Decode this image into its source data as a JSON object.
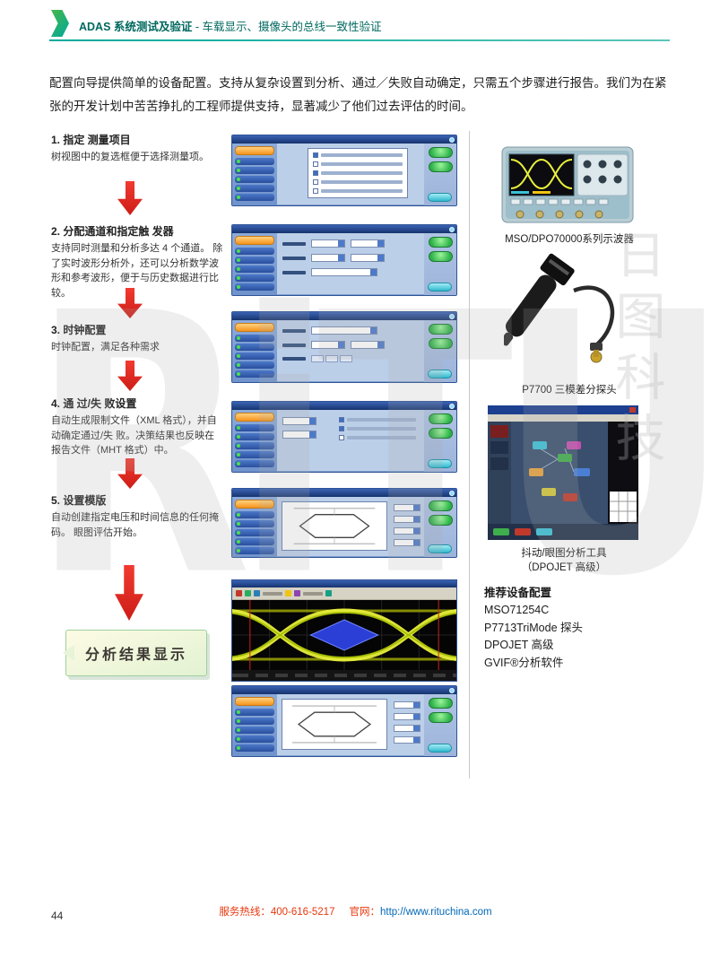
{
  "header": {
    "title_bold": "ADAS 系统测试及验证",
    "title_rest": " - 车载显示、摄像头的总线一致性验证"
  },
  "intro": "配置向导提供简单的设备配置。支持从复杂设置到分析、通过／失败自动确定，只需五个步骤进行报告。我们为在紧张的开发计划中苦苦挣扎的工程师提供支持，显著减少了他们过去评估的时间。",
  "steps": [
    {
      "title": "1. 指定 测量项目",
      "desc": "树视图中的复选框便于选择测量项。"
    },
    {
      "title": "2. 分配通道和指定触 发器",
      "desc": "支持同时测量和分析多达 4 个通道。 除了实时波形分析外，还可以分析数学波形和参考波形，便于与历史数据进行比较。"
    },
    {
      "title": "3. 时钟配置",
      "desc": "时钟配置，满足各种需求"
    },
    {
      "title": "4. 通 过/失 败设置",
      "desc": "自动生成限制文件（XML 格式），并自动确定通过/失 败。决策结果也反映在报告文件（MHT 格式）中。"
    },
    {
      "title": "5. 设置模版",
      "desc": "自动创建指定电压和时间信息的任何掩码。 眼图评估开始。"
    }
  ],
  "flow": {
    "result_label": "分析结果显示"
  },
  "right": {
    "scope_caption": "MSO/DPO70000系列示波器",
    "probe_caption": "P7700 三模差分探头",
    "tool_caption_line1": "抖动/眼图分析工具",
    "tool_caption_line2": "（DPOJET 高级）",
    "recommended": {
      "title": "推荐设备配置",
      "items": [
        "MSO71254C",
        "P7713TriMode 探头",
        "DPOJET 高级",
        "GVIF®分析软件"
      ]
    }
  },
  "watermark": {
    "latin": "RiTU",
    "cjk": "日图科技"
  },
  "footer": {
    "page_number": "44",
    "hotline_label": "服务热线：",
    "hotline_number": "400-616-5217",
    "website_label": "官网：",
    "website_url": "http://www.rituchina.com"
  }
}
